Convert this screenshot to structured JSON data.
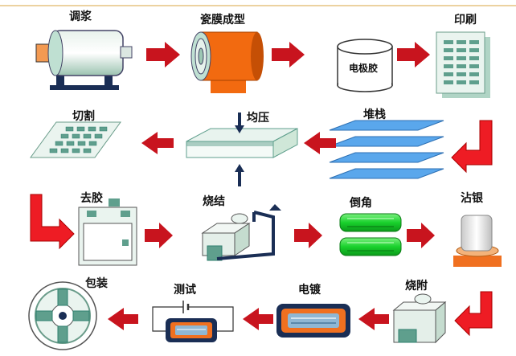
{
  "steps": {
    "slurry": "调浆",
    "tape_casting": "瓷膜成型",
    "printing": "印刷",
    "electrode_paste": "电极胶",
    "stacking": "堆栈",
    "pressing": "均压",
    "cutting": "切割",
    "binder_removal": "去胶",
    "sintering": "烧结",
    "chamfering": "倒角",
    "silver_dipping": "沾银",
    "firing": "烧附",
    "plating": "电镀",
    "testing": "测试",
    "packaging": "包装"
  },
  "colors": {
    "arrow": "#c8141e",
    "flow_arrow": "#ee1c24",
    "orange": "#f26a10",
    "teal": "#2f7f6e",
    "light_teal": "#cfe7d8",
    "green": "#19d12c",
    "blue_sheet": "#5aa7ec",
    "grid_cell": "#5f9f8d",
    "navy": "#1a2e55",
    "silver_base": "#f07020"
  }
}
